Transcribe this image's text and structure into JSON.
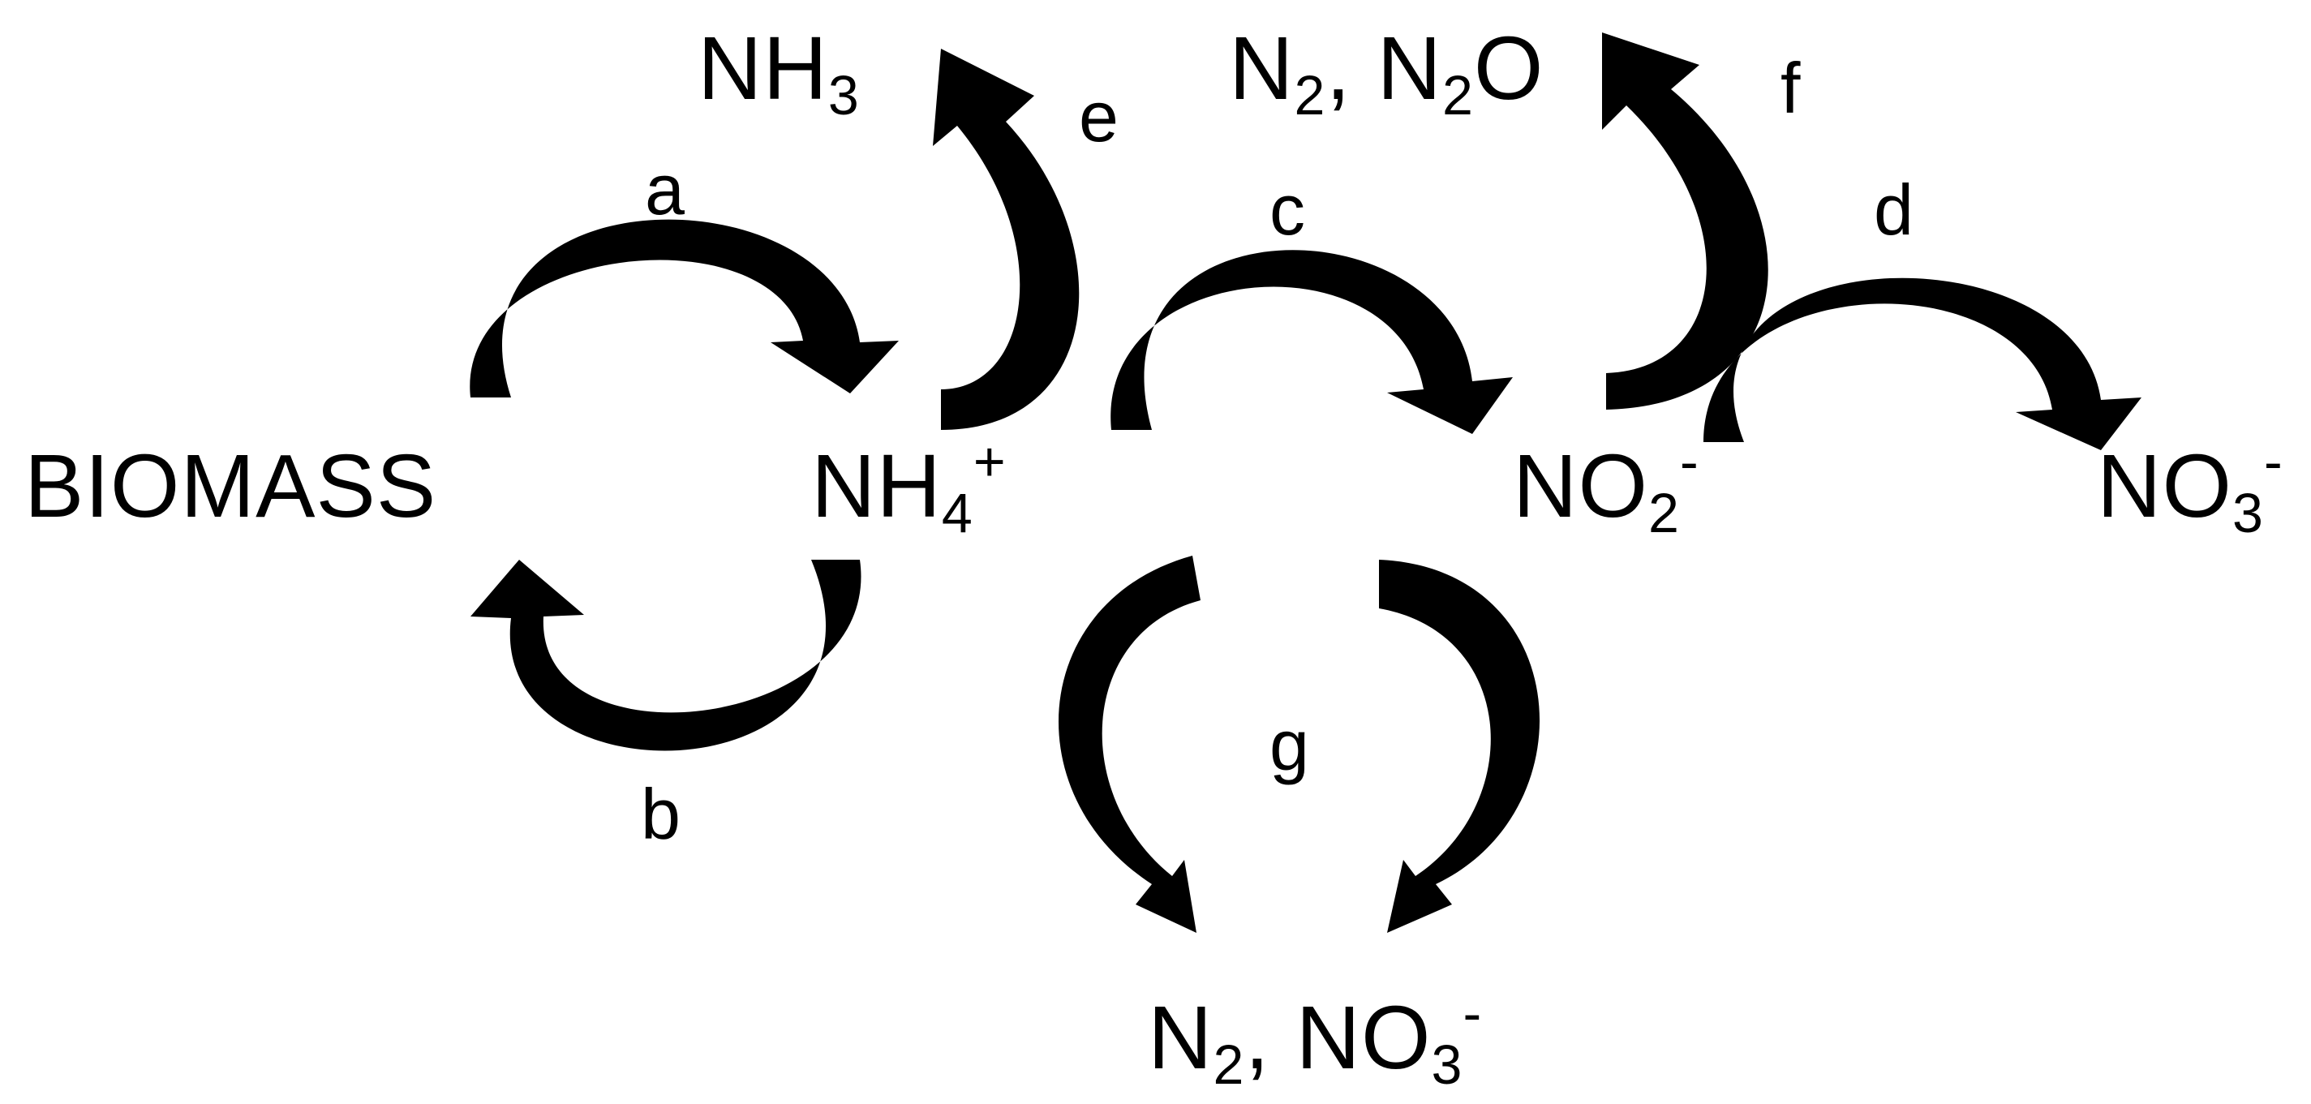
{
  "species": {
    "biomass": "BIOMASS",
    "nh3": {
      "base": "NH",
      "sub": "3"
    },
    "nh4": {
      "base": "NH",
      "sub": "4",
      "sup": "+"
    },
    "n2_n2o": {
      "a": "N",
      "a_sub": "2",
      "sep": ", ",
      "b": "N",
      "b_sub": "2",
      "b_tail": "O"
    },
    "no2": {
      "base": "NO",
      "sub": "2",
      "sup": "-"
    },
    "no3": {
      "base": "NO",
      "sub": "3",
      "sup": "-"
    },
    "n2_no3": {
      "a": "N",
      "a_sub": "2",
      "sep": ", ",
      "b": "NO",
      "b_sub": "3",
      "b_sup": "-"
    }
  },
  "processes": {
    "a": "a",
    "b": "b",
    "c": "c",
    "d": "d",
    "e": "e",
    "f": "f",
    "g": "g"
  },
  "colors": {
    "arrow": "#000000",
    "text": "#000000",
    "background": "#ffffff"
  }
}
